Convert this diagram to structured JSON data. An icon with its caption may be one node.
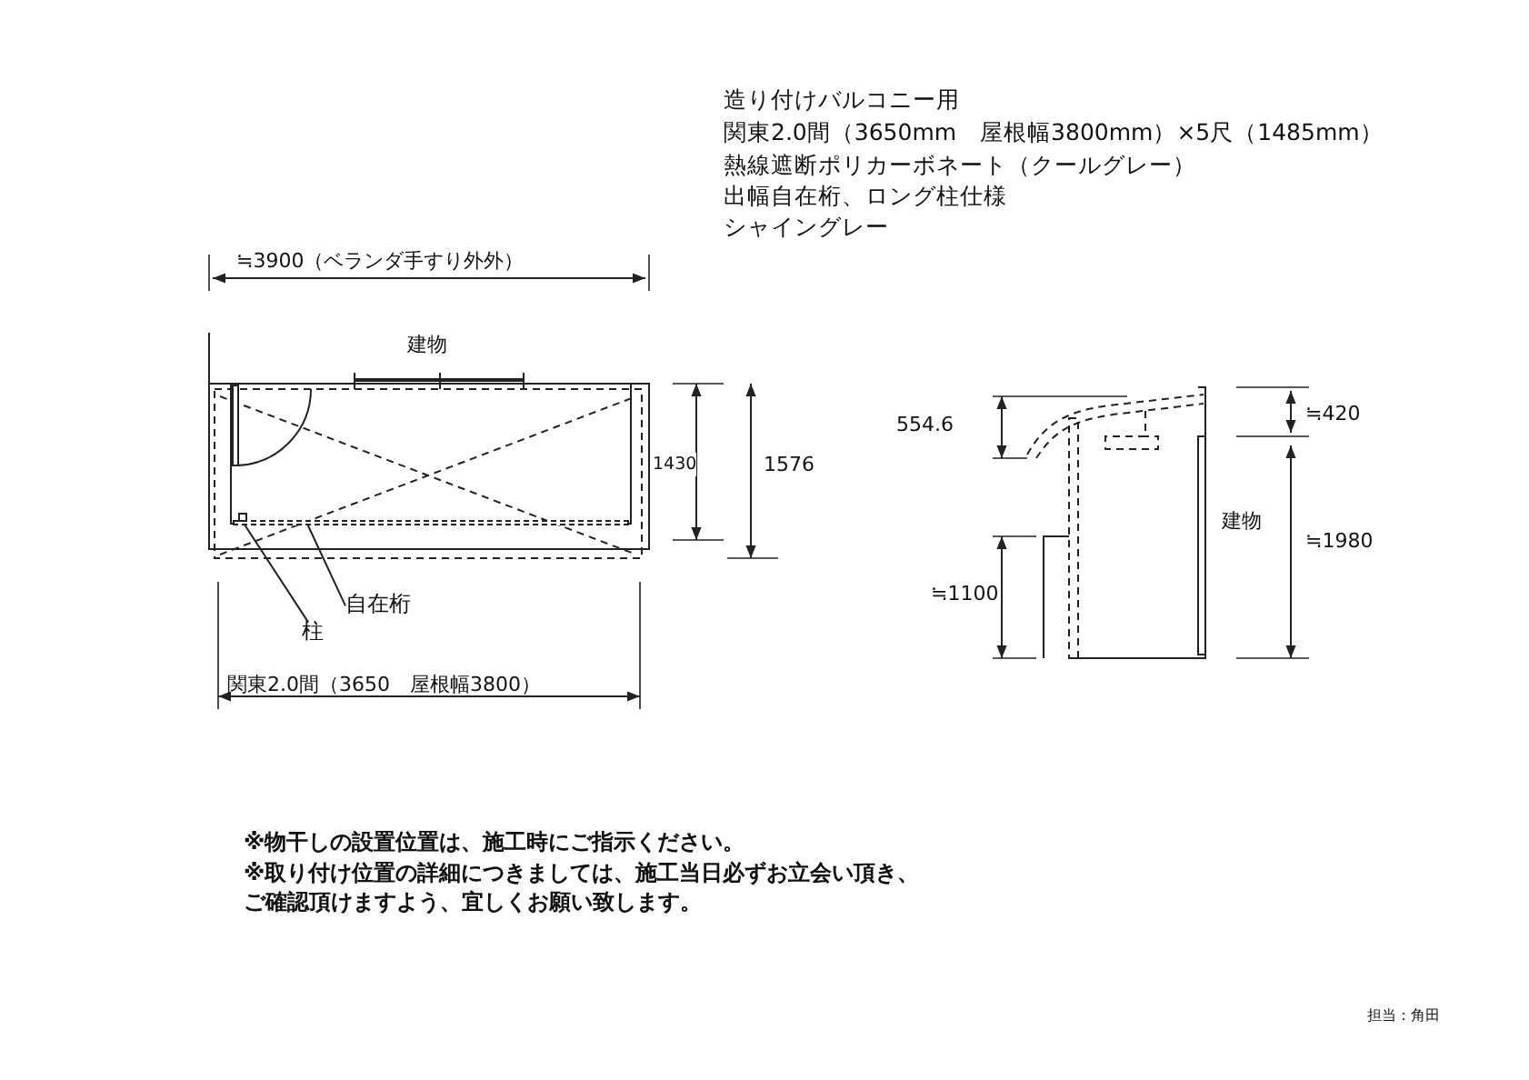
{
  "diagram": {
    "nodes": [
      {
        "text": [
          "自在桁"
        ]
      },
      {
        "text": [
          "柱"
        ]
      },
      {
        "text": [],
        "shape": "bar"
      },
      {
        "text": [],
        "shape": "box"
      }
    ],
    "edges": [
      {
        "from": 0,
        "to": 2,
        "arrow": "none"
      },
      {
        "from": 1,
        "to": 3,
        "arrow": "none"
      }
    ],
    "labels": [
      "造り付けバルコニー用",
      "関東2.0間（3650mm　屋根幅3800mm）×5尺（1485mm）",
      "熱線遮断ポリカーボネート（クールグレー）",
      "出幅自在桁、ロング柱仕様",
      "シャイングレー",
      "≒3900（ベランダ手すり外外）",
      "建物",
      "1430",
      "1576",
      "関東2.0間（3650　屋根幅3800）",
      "554.6",
      "≒1100",
      "建物",
      "≒420",
      "≒1980",
      "※物干しの設置位置は、施工時にご指示ください。",
      "※取り付け位置の詳細につきましては、施工当日必ずお立会い頂き、ご確認頂けますよう、宜しくお願い致します。",
      "担当：角田"
    ]
  }
}
